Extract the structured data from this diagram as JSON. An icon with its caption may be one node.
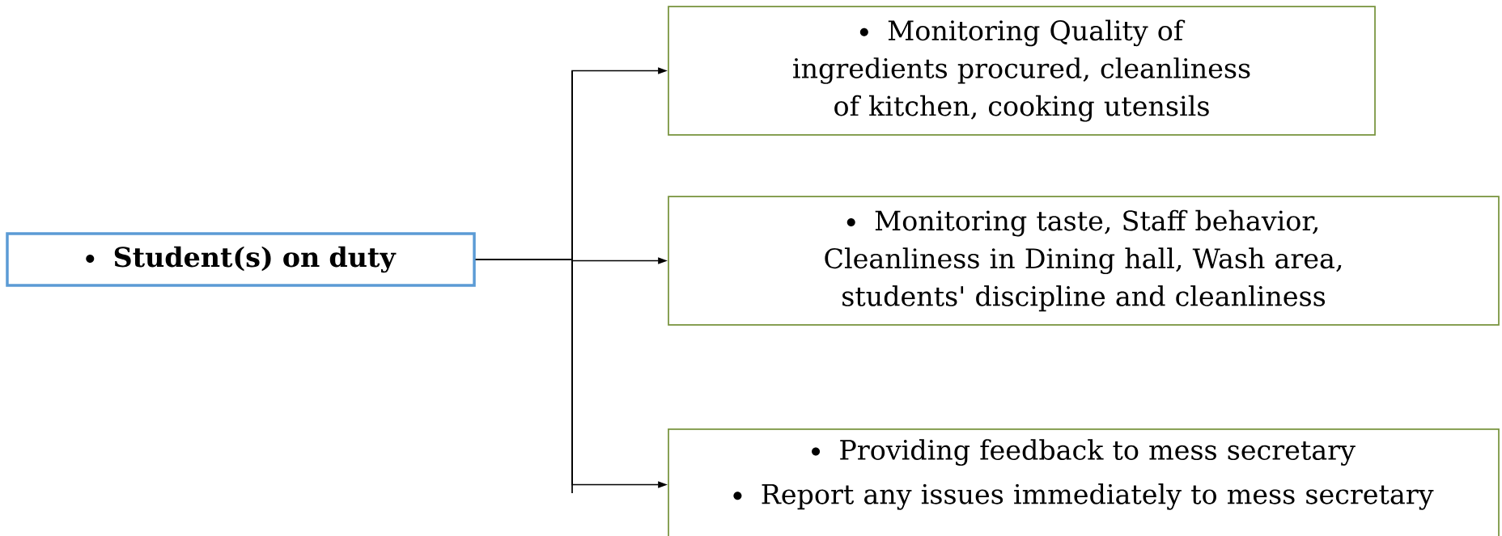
{
  "diagram": {
    "nodes": [
      {
        "text": [
          "Student(s) on duty"
        ]
      },
      {
        "text": [
          "Monitoring Quality of ingredients procured, cleanliness of kitchen, cooking utensils"
        ]
      },
      {
        "text": [
          "Monitoring taste, Staff behavior, Cleanliness in Dining hall, Wash area, students' discipline and cleanliness"
        ]
      },
      {
        "text": [
          "Providing feedback to mess secretary",
          "Report any issues immediately to mess secretary"
        ]
      }
    ],
    "edges": [
      {
        "from": 0,
        "to": 1,
        "arrow": "to"
      },
      {
        "from": 0,
        "to": 2,
        "arrow": "to"
      },
      {
        "from": 0,
        "to": 3,
        "arrow": "to"
      }
    ]
  }
}
